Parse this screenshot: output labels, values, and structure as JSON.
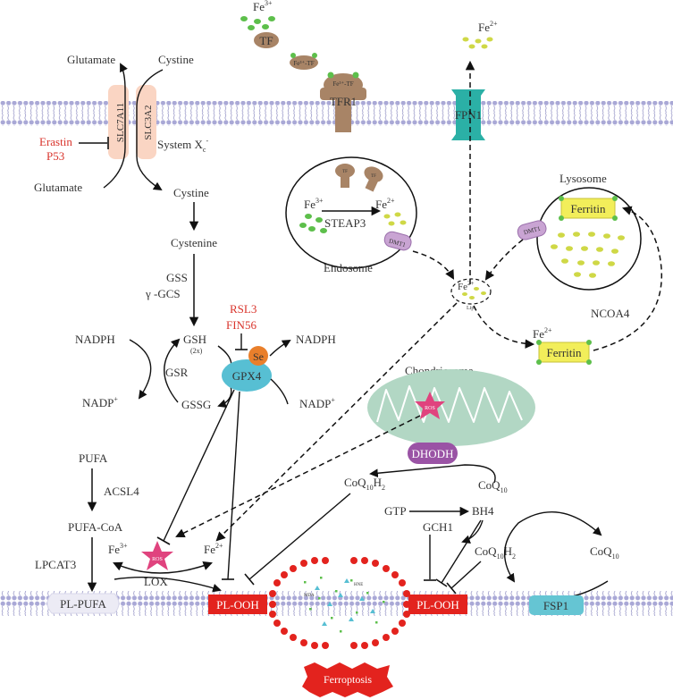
{
  "labels": {
    "glutamate_top": "Glutamate",
    "cystine_top": "Cystine",
    "slc7a11": "SLC7A11",
    "slc3a2": "SLC3A2",
    "erastin": "Erastin",
    "p53": "P53",
    "system_xc": "System X",
    "system_xc_sub": "c",
    "system_xc_sup": "-",
    "glutamate_bottom": "Glutamate",
    "cystine_bottom": "Cystine",
    "cystenine": "Cystenine",
    "gss": "GSS",
    "gamma_gcs": "γ -GCS",
    "rsl3": "RSL3",
    "fin56": "FIN56",
    "nadph_left": "NADPH",
    "gsh": "GSH",
    "gsh_2x": "(2x)",
    "se": "Se",
    "nadph_right": "NADPH",
    "gsr": "GSR",
    "gpx4": "GPX4",
    "nadp_left": "NADP",
    "nadp_left_sup": "+",
    "gssg": "GSSG",
    "nadp_right": "NADP",
    "nadp_right_sup": "+",
    "pufa": "PUFA",
    "acsl4": "ACSL4",
    "pufa_coa": "PUFA-CoA",
    "lpcat3": "LPCAT3",
    "fe3_left": "Fe",
    "fe3_left_sup": "3+",
    "fe2_left": "Fe",
    "fe2_left_sup": "2+",
    "ros_left": "ROS",
    "lox": "LOX",
    "pl_pufa": "PL-PUFA",
    "pl_ooh_left": "PL-OOH",
    "fe3_top": "Fe",
    "fe3_top_sup": "3+",
    "tf": "TF",
    "fe3_tf": "Fe³⁺-TF",
    "fe3_tf_receptor": "Fe³⁺-TF",
    "tfr1": "TFR1",
    "fe2_top": "Fe",
    "fe2_top_sup": "2+",
    "fpn1": "FPN1",
    "endosome_fe3": "Fe",
    "endosome_fe3_sup": "3+",
    "endosome_fe2": "Fe",
    "endosome_fe2_sup": "2+",
    "steap3": "STEAP3",
    "dmt1_endo": "DMT1",
    "endosome": "Endosome",
    "tf_in_1": "TF",
    "tf_in_2": "TF",
    "lysosome": "Lysosome",
    "ferritin_lyso": "Ferritin",
    "dmt1_lyso": "DMT1",
    "lip_fe": "Fe",
    "lip_fe_sup": "2+",
    "lip": "Lip",
    "ncoa4": "NCOA4",
    "fe2_ferritin": "Fe",
    "fe2_ferritin_sup": "2+",
    "ferritin_free": "Ferritin",
    "chondriosome": "Chondriosome",
    "ros_mito": "ROS",
    "dhodh": "DHODH",
    "coq10h2_left": "CoQ",
    "coq10h2_left_sub": "10",
    "coq10h2_left_h": "H",
    "coq10h2_left_sub2": "2",
    "coq10_top": "CoQ",
    "coq10_top_sub": "10",
    "gtp": "GTP",
    "gch1": "GCH1",
    "bh4": "BH4",
    "coq10h2_right": "CoQ",
    "coq10h2_right_sub": "10",
    "coq10h2_right_h": "H",
    "coq10h2_right_sub2": "2",
    "coq10_right": "CoQ",
    "coq10_right_sub": "10",
    "pl_ooh_right": "PL-OOH",
    "fsp1": "FSP1",
    "ferroptosis": "Ferroptosis",
    "mda": "MDA",
    "hne": "HNE"
  },
  "colors": {
    "membrane": "#a9a8d6",
    "membrane_line": "#7b7ab4",
    "red_inhibitor": "#d9332b",
    "ros": "#e0437e",
    "gpx4": "#57bfd3",
    "se": "#e97f2b",
    "dhodh": "#9a53a5",
    "fpn1": "#2bb0a6",
    "tf": "#a88466",
    "ferritin": "#f2ee5a",
    "iron_green": "#5dbf4b",
    "iron_yellow": "#cfd846",
    "mito": "#b2d7c4",
    "pl_ooh": "#e3231e",
    "fsp1": "#65c5d3",
    "slc": "#fad5c3",
    "dmt1": "#c9a4d3",
    "pl_pufa": "#ecebf5"
  }
}
